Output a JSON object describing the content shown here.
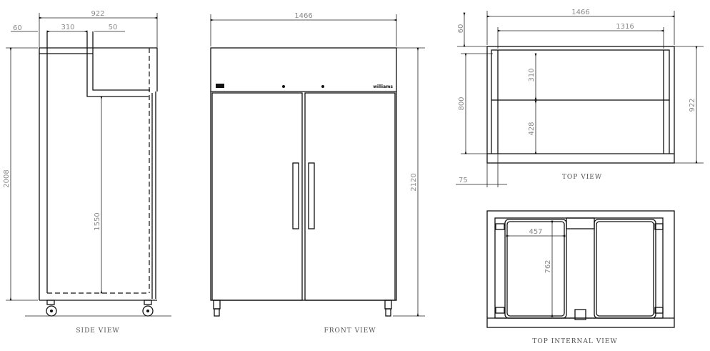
{
  "side_view": {
    "caption": "SIDE VIEW",
    "dims": {
      "depth": "922",
      "offset_front": "60",
      "top_section": "310",
      "gap": "50",
      "height": "2008",
      "internal_height": "1550"
    }
  },
  "front_view": {
    "caption": "FRONT VIEW",
    "brand_logo": "williams",
    "dims": {
      "width": "1466",
      "height": "2120"
    }
  },
  "top_view": {
    "caption": "TOP VIEW",
    "dims": {
      "width": "1466",
      "internal_width": "1316",
      "offset_top": "60",
      "depth_upper": "310",
      "depth_lower": "428",
      "internal_depth": "800",
      "depth": "922",
      "side_offset": "75"
    }
  },
  "top_internal_view": {
    "caption": "TOP INTERNAL VIEW",
    "dims": {
      "shelf_width": "457",
      "shelf_depth": "762"
    }
  }
}
